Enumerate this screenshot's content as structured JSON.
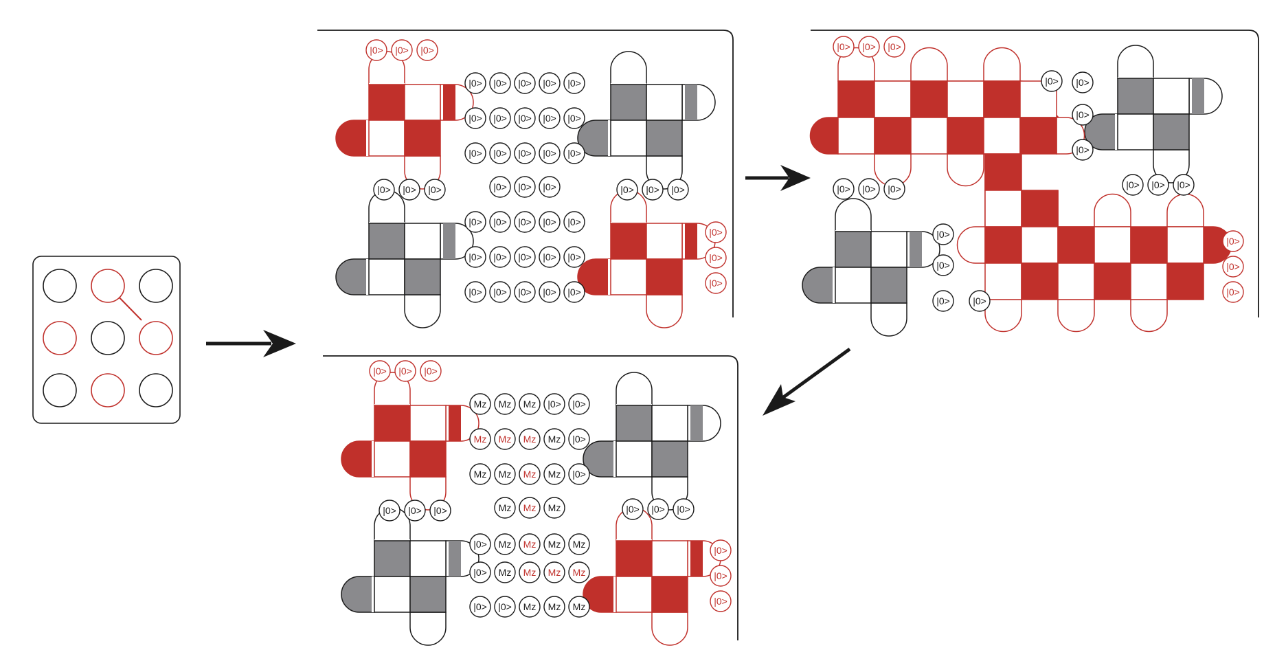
{
  "colors": {
    "accent": "#c0302b",
    "gray": "#8a8a8d",
    "ink": "#1a1a1a",
    "background": "#ffffff"
  },
  "labels": {
    "ket": "|0>",
    "measure": "Mz"
  },
  "panels": {
    "before": {
      "red_group_top": [
        "|0>",
        "|0>",
        "|0>"
      ],
      "red_group_right": [
        "|0>",
        "|0>",
        "|0>"
      ],
      "black_group_left": [
        "|0>",
        "|0>",
        "|0>"
      ],
      "black_group_right": [
        "|0>",
        "|0>",
        "|0>"
      ],
      "center_rows": [
        [
          "|0>",
          "|0>",
          "|0>",
          "|0>",
          "|0>"
        ],
        [
          "|0>",
          "|0>",
          "|0>",
          "|0>",
          "|0>"
        ],
        [
          "|0>",
          "|0>",
          "|0>",
          "|0>",
          "|0>"
        ],
        [
          "|0>",
          "|0>",
          "|0>"
        ],
        [
          "|0>",
          "|0>",
          "|0>",
          "|0>",
          "|0>"
        ],
        [
          "|0>",
          "|0>",
          "|0>",
          "|0>",
          "|0>"
        ],
        [
          "|0>",
          "|0>",
          "|0>",
          "|0>",
          "|0>"
        ]
      ]
    },
    "merged": {
      "red_group_top": [
        "|0>",
        "|0>",
        "|0>"
      ],
      "red_group_right": [
        "|0>",
        "|0>",
        "|0>"
      ],
      "black_group_left": [
        "|0>",
        "|0>",
        "|0>"
      ],
      "black_group_right": [
        "|0>",
        "|0>",
        "|0>"
      ],
      "scattered": [
        "|0>",
        "|0>",
        "|0>",
        "|0>",
        "|0>",
        "|0>",
        "|0>",
        "|0>"
      ]
    },
    "after": {
      "red_group_top": [
        "|0>",
        "|0>",
        "|0>"
      ],
      "red_group_right": [
        "|0>",
        "|0>",
        "|0>"
      ],
      "black_group_left": [
        "|0>",
        "|0>",
        "|0>"
      ],
      "black_group_right": [
        "|0>",
        "|0>",
        "|0>"
      ],
      "center_rows": [
        [
          {
            "t": "Mz",
            "red": false
          },
          {
            "t": "Mz",
            "red": false
          },
          {
            "t": "Mz",
            "red": false
          },
          {
            "t": "|0>",
            "red": false
          },
          {
            "t": "|0>",
            "red": false
          }
        ],
        [
          {
            "t": "Mz",
            "red": true
          },
          {
            "t": "Mz",
            "red": true
          },
          {
            "t": "Mz",
            "red": true
          },
          {
            "t": "Mz",
            "red": false
          },
          {
            "t": "|0>",
            "red": false
          }
        ],
        [
          {
            "t": "Mz",
            "red": false
          },
          {
            "t": "Mz",
            "red": false
          },
          {
            "t": "Mz",
            "red": true
          },
          {
            "t": "Mz",
            "red": false
          },
          {
            "t": "|0>",
            "red": false
          }
        ],
        [
          {
            "t": "Mz",
            "red": false
          },
          {
            "t": "Mz",
            "red": true
          },
          {
            "t": "Mz",
            "red": false
          }
        ],
        [
          {
            "t": "|0>",
            "red": false
          },
          {
            "t": "Mz",
            "red": false
          },
          {
            "t": "Mz",
            "red": true
          },
          {
            "t": "Mz",
            "red": false
          },
          {
            "t": "Mz",
            "red": false
          }
        ],
        [
          {
            "t": "|0>",
            "red": false
          },
          {
            "t": "Mz",
            "red": false
          },
          {
            "t": "Mz",
            "red": true
          },
          {
            "t": "Mz",
            "red": true
          },
          {
            "t": "Mz",
            "red": true
          }
        ],
        [
          {
            "t": "|0>",
            "red": false
          },
          {
            "t": "|0>",
            "red": false
          },
          {
            "t": "Mz",
            "red": false
          },
          {
            "t": "Mz",
            "red": false
          },
          {
            "t": "Mz",
            "red": false
          }
        ]
      ]
    }
  }
}
